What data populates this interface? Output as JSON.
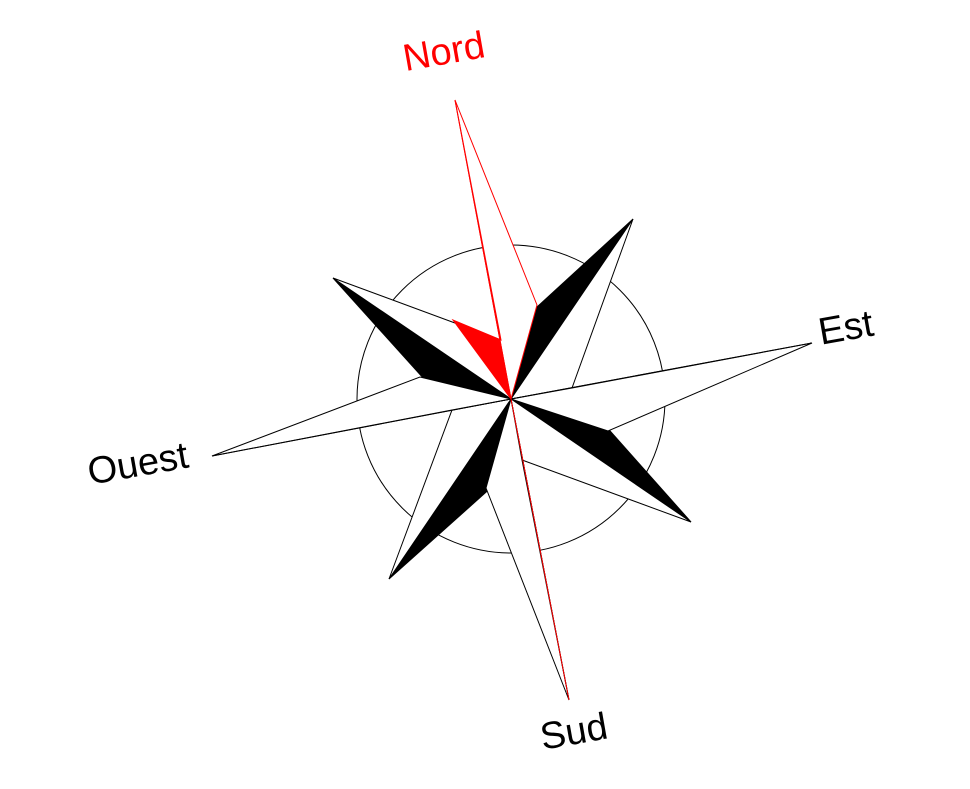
{
  "compass": {
    "labels": {
      "north": "Nord",
      "east": "Est",
      "south": "Sud",
      "west": "Ouest"
    },
    "colors": {
      "north_accent": "#ff0000",
      "fill_dark": "#000000",
      "fill_light": "#ffffff",
      "outline": "#000000"
    },
    "directions": [
      "Nord",
      "Est",
      "Sud",
      "Ouest"
    ]
  }
}
